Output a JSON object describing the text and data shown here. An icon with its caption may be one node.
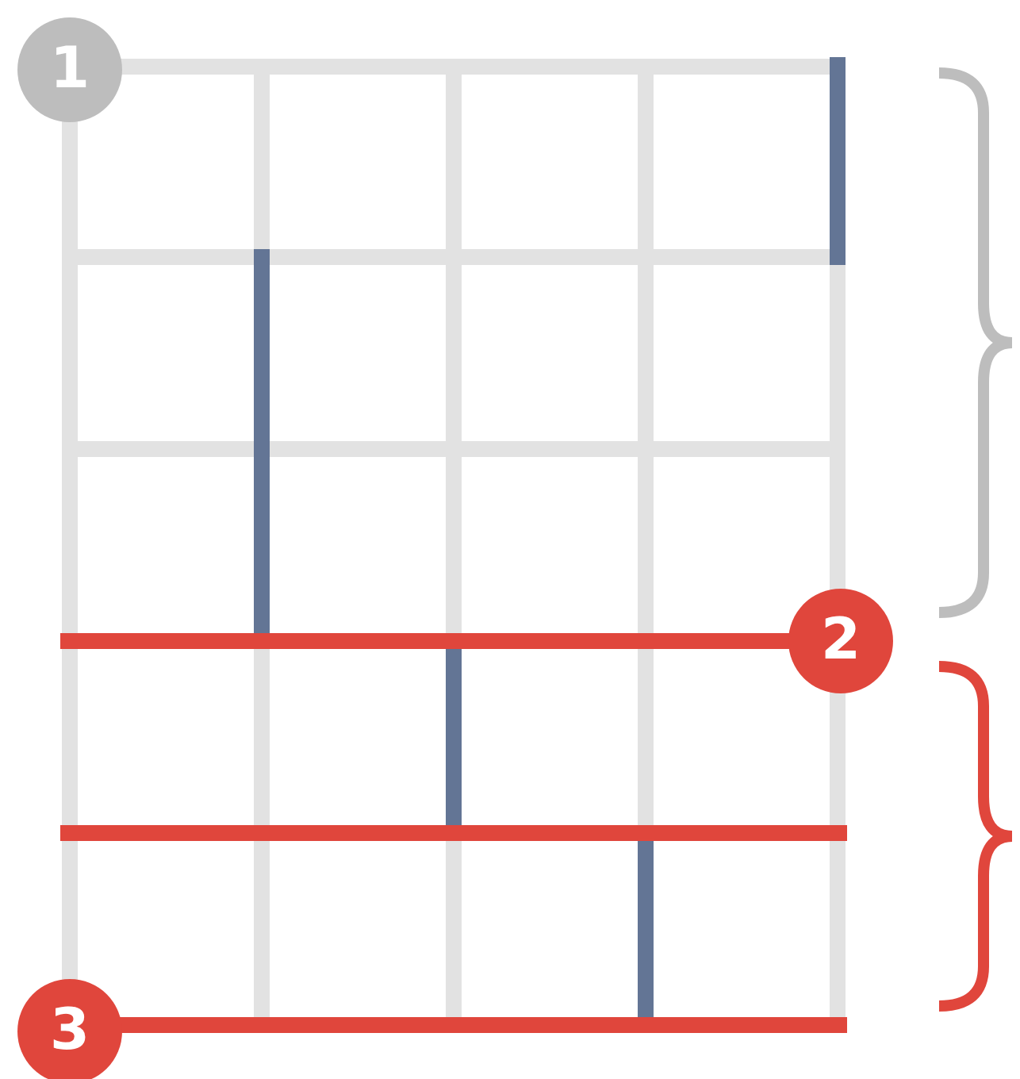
{
  "diagram": {
    "labels": [
      "1",
      "2",
      "3"
    ]
  }
}
